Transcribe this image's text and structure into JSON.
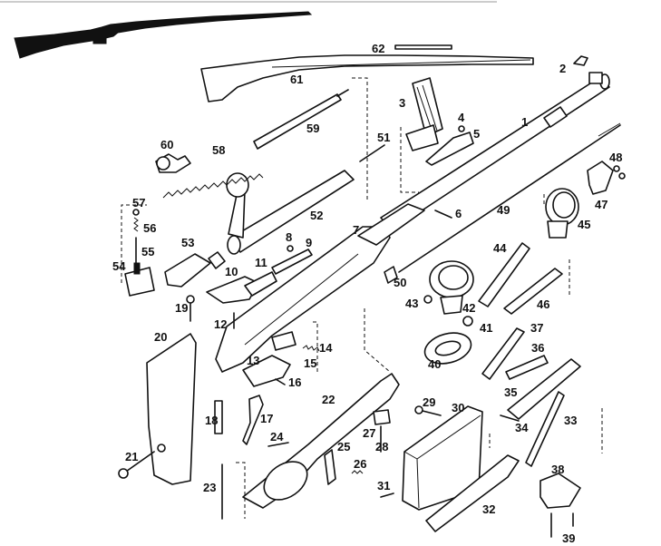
{
  "labels": [
    "1",
    "2",
    "3",
    "4",
    "5",
    "6",
    "7",
    "8",
    "9",
    "10",
    "11",
    "12",
    "13",
    "14",
    "15",
    "16",
    "17",
    "18",
    "19",
    "20",
    "21",
    "22",
    "23",
    "24",
    "25",
    "26",
    "27",
    "28",
    "29",
    "30",
    "31",
    "32",
    "33",
    "34",
    "35",
    "36",
    "37",
    "38",
    "39",
    "40",
    "41",
    "42",
    "43",
    "44",
    "45",
    "46",
    "47",
    "48",
    "49",
    "50",
    "51",
    "52",
    "53",
    "54",
    "55",
    "56",
    "57",
    "58",
    "59",
    "60",
    "61",
    "62"
  ],
  "colors": {
    "ink": "#111111",
    "paper": "#ffffff"
  }
}
